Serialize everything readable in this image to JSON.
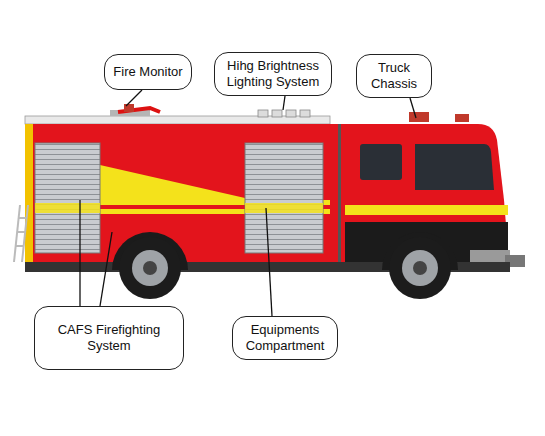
{
  "diagram": {
    "nodes": [
      {
        "text": [
          "Fire Monitor"
        ]
      },
      {
        "text": [
          "Hihg Brightness Lighting System"
        ]
      },
      {
        "text": [
          "Truck Chassis"
        ]
      },
      {
        "text": [
          "CAFS Firefighting System"
        ]
      },
      {
        "text": [
          "Equipments Compartment"
        ]
      }
    ]
  }
}
